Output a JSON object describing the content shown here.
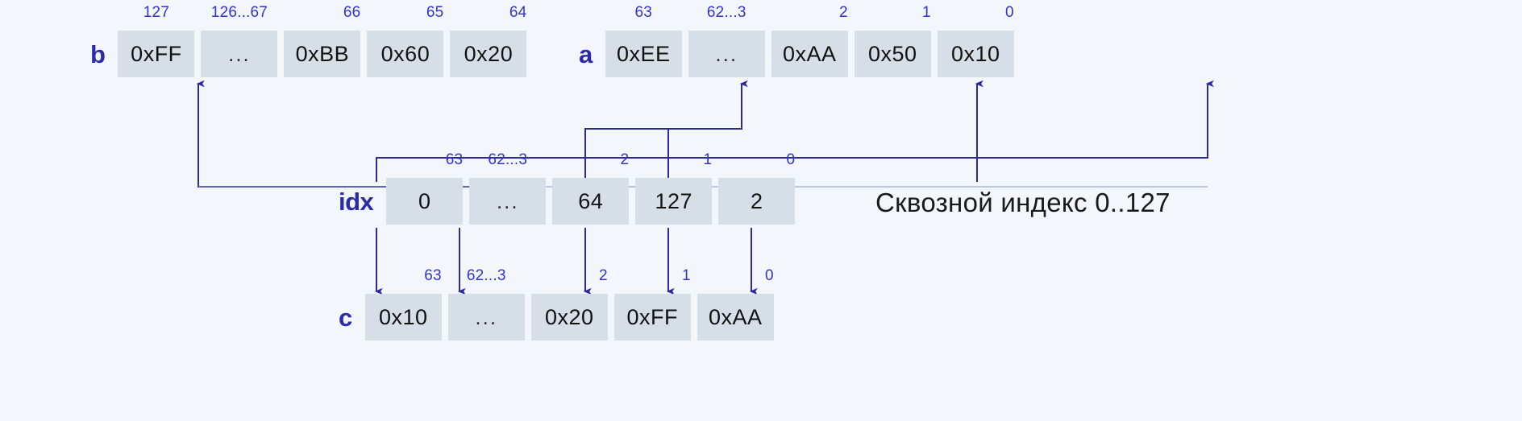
{
  "diagram": {
    "title_caption": "Сквозной индекс 0..127",
    "colors": {
      "background": "#f3f7fb",
      "cell_fill": "#d6dfe8",
      "label_blue": "#2a2aaa",
      "index_blue": "#3333cc",
      "wire_blue": "#2a2a9e",
      "text_black": "#111111"
    },
    "rows": [
      {
        "name": "b",
        "label": "b",
        "cells": [
          {
            "index": "127",
            "value": "0xFF"
          },
          {
            "index": "126...67",
            "value": "..."
          },
          {
            "index": "66",
            "value": "0xBB"
          },
          {
            "index": "65",
            "value": "0x60"
          },
          {
            "index": "64",
            "value": "0x20"
          }
        ]
      },
      {
        "name": "a",
        "label": "a",
        "cells": [
          {
            "index": "63",
            "value": "0xEE"
          },
          {
            "index": "62...3",
            "value": "..."
          },
          {
            "index": "2",
            "value": "0xAA"
          },
          {
            "index": "1",
            "value": "0x50"
          },
          {
            "index": "0",
            "value": "0x10"
          }
        ]
      },
      {
        "name": "idx",
        "label": "idx",
        "cells": [
          {
            "index": "63",
            "value": "0"
          },
          {
            "index": "62...3",
            "value": "..."
          },
          {
            "index": "2",
            "value": "64"
          },
          {
            "index": "1",
            "value": "127"
          },
          {
            "index": "0",
            "value": "2"
          }
        ]
      },
      {
        "name": "c",
        "label": "c",
        "cells": [
          {
            "index": "63",
            "value": "0x10"
          },
          {
            "index": "62...3",
            "value": "..."
          },
          {
            "index": "2",
            "value": "0x20"
          },
          {
            "index": "1",
            "value": "0xFF"
          },
          {
            "index": "0",
            "value": "0xAA"
          }
        ]
      }
    ]
  }
}
